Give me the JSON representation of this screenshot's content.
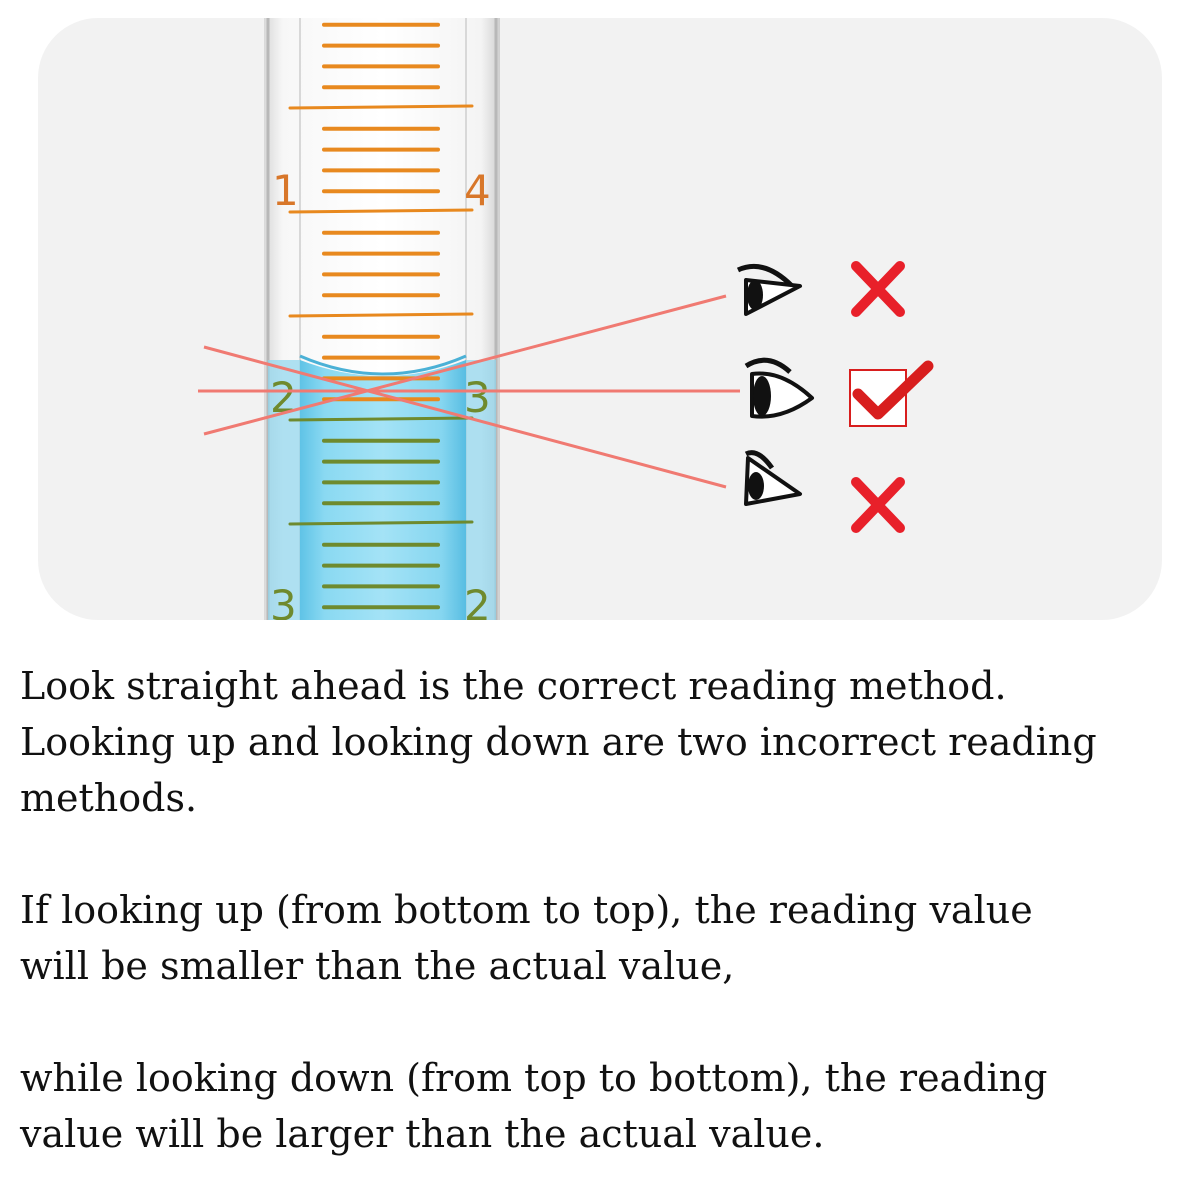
{
  "cylinder": {
    "scale_labels_left": [
      "1",
      "2",
      "3"
    ],
    "scale_labels_right": [
      "4",
      "3",
      "2"
    ],
    "tick_color": "#e8891f",
    "liquid_color": "#7fd3ee",
    "submerged_tick_color": "#6e8a2e"
  },
  "sight_lines": {
    "color": "#f07a72",
    "views": [
      {
        "name": "looking down",
        "icon": "eye-looking-down-icon",
        "mark": "cross-icon",
        "mark_color": "#e8202a"
      },
      {
        "name": "straight ahead",
        "icon": "eye-straight-icon",
        "mark": "checkmark-box-icon",
        "mark_color": "#d81e1e"
      },
      {
        "name": "looking up",
        "icon": "eye-looking-up-icon",
        "mark": "cross-icon",
        "mark_color": "#e8202a"
      }
    ]
  },
  "text": {
    "line1": "Look straight ahead is the correct reading method.",
    "line2": "Looking up and looking down are two incorrect reading",
    "line3": "methods.",
    "line4": "If looking up (from bottom to top), the reading value",
    "line5": "will be smaller than the actual value,",
    "line6": "while looking down (from top to bottom), the reading",
    "line7": "value will be larger than the actual value."
  }
}
